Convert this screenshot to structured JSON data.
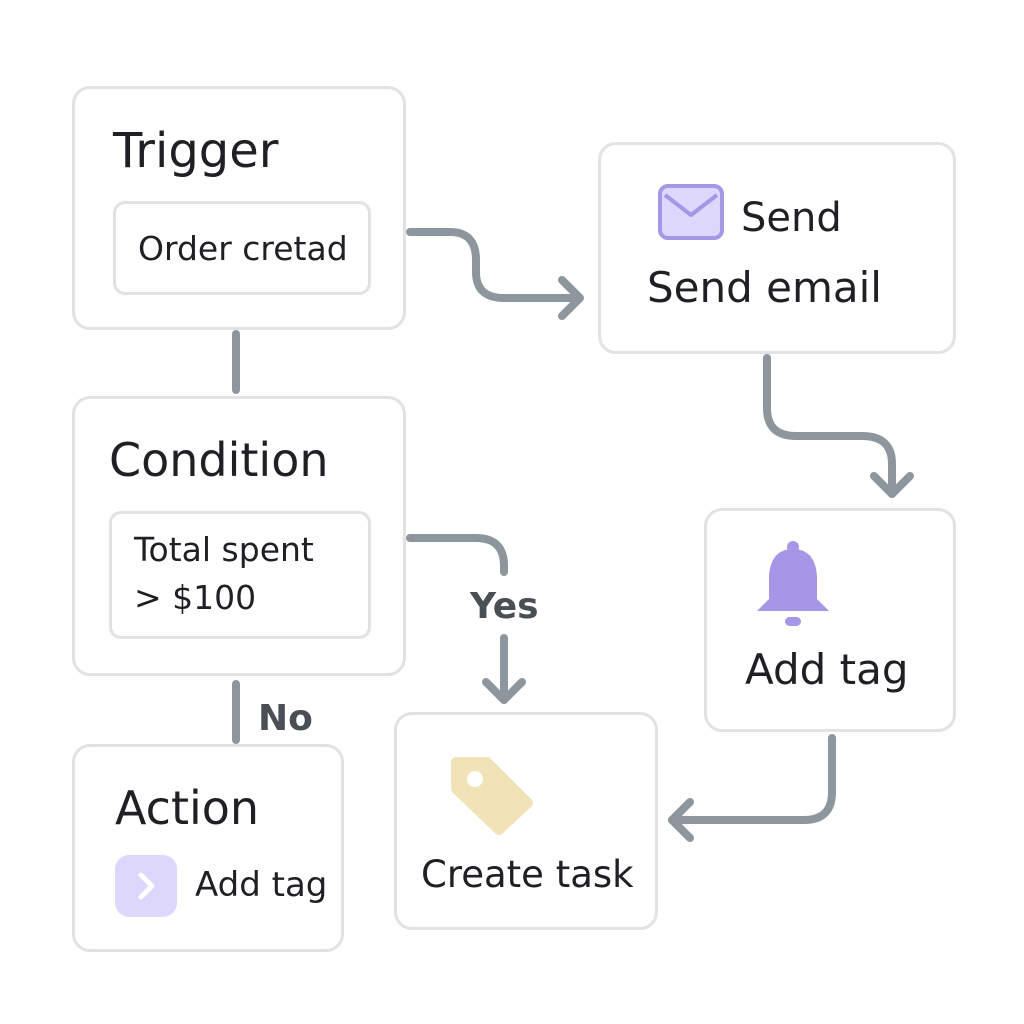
{
  "nodes": {
    "trigger": {
      "title": "Trigger",
      "value": "Order cretad"
    },
    "condition": {
      "title": "Condition",
      "value_line1": "Total spent",
      "value_line2": "> $100"
    },
    "action": {
      "title": "Action",
      "label": "Add tag",
      "icon": "chevron-right-icon"
    },
    "send_email": {
      "line1": "Send",
      "line2": "Send email",
      "icon": "envelope-icon"
    },
    "add_tag": {
      "label": "Add tag",
      "icon": "bell-icon"
    },
    "create_task": {
      "label": "Create task",
      "icon": "tag-icon"
    }
  },
  "edges": {
    "yes_label": "Yes",
    "no_label": "No"
  },
  "colors": {
    "connector": "#8e969d",
    "border": "#e2e2e4",
    "accent_purple": "#a596e6",
    "accent_purple_light": "#ddd8fb",
    "tag_beige": "#f2e2b8"
  }
}
